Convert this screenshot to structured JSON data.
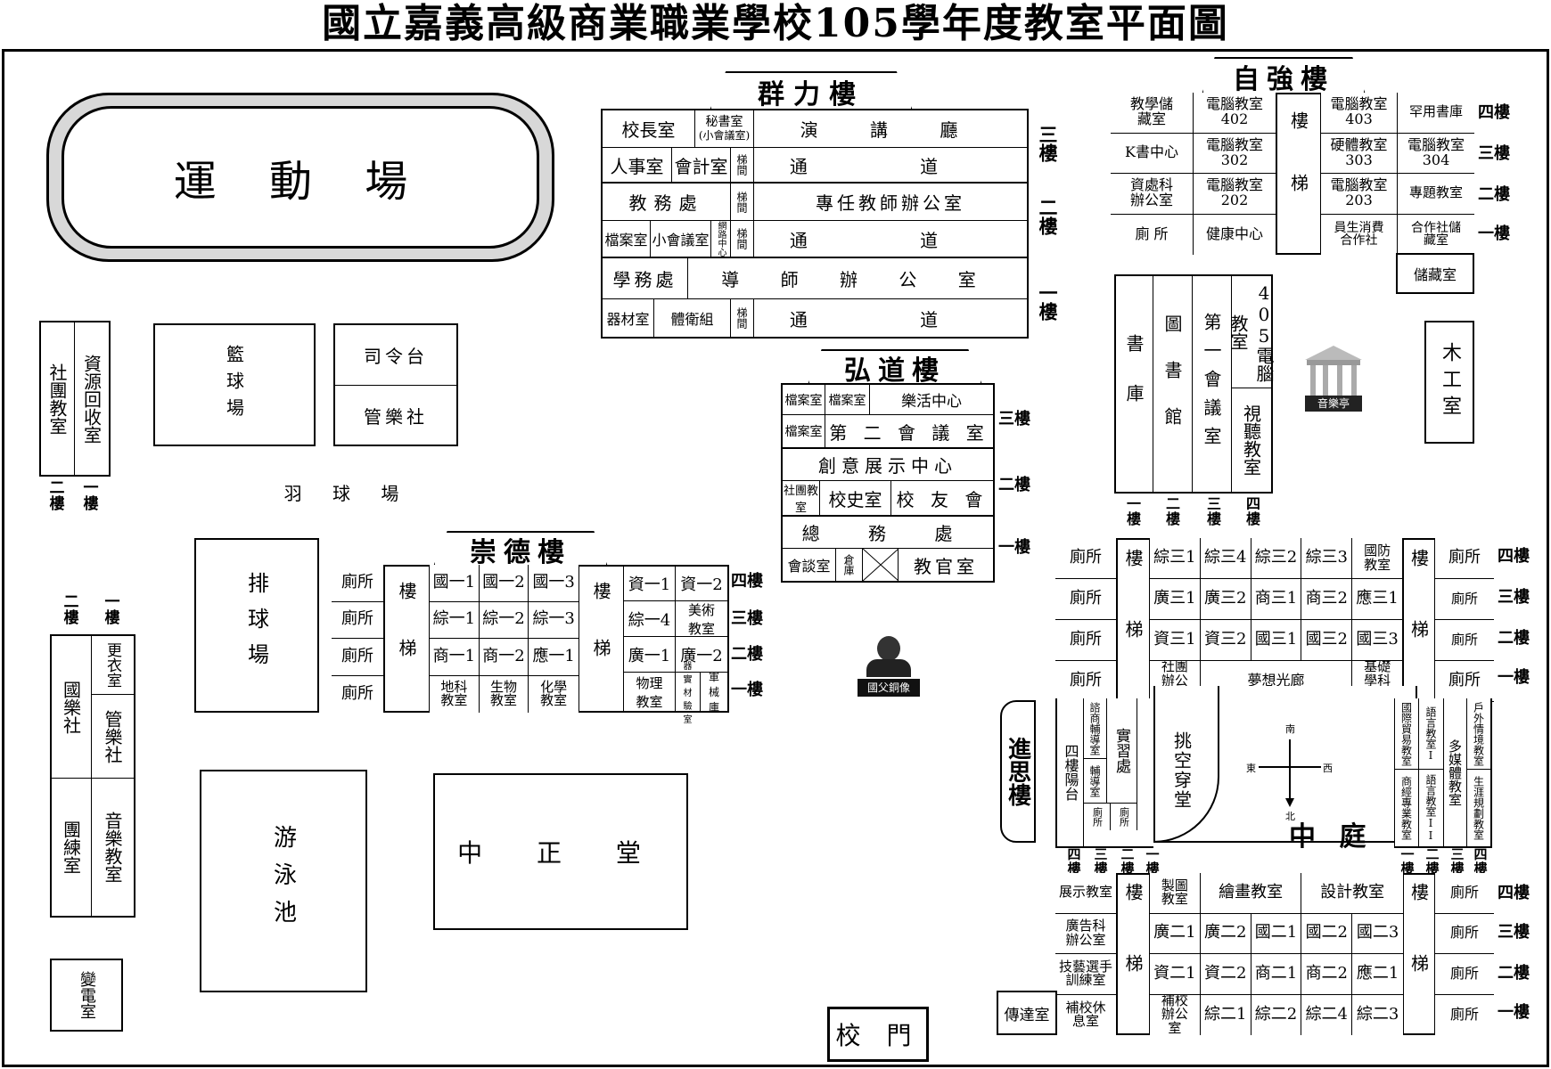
{
  "title": "國立嘉義高級商業職業學校105學年度教室平面圖",
  "stadium": "運 動 場",
  "basketball": "籃球場",
  "command": "司令台",
  "band1": "管樂社",
  "badminton": "羽 球 場",
  "recycle": "資源回收室",
  "clubroom": "社團教室",
  "leftfloors": {
    "a": "一樓",
    "b": "二樓"
  },
  "volleyball": "排球場",
  "pool": "游泳池",
  "zhongzheng": "中 正 堂",
  "guoyue": "國樂社",
  "locker": "更衣室",
  "band2": "管樂社",
  "tuanlian": "團練室",
  "music": "音樂教室",
  "biandian": "變電室",
  "gate": "校 門",
  "statue": "國父銅像",
  "yuetingLabel": "音樂亭",
  "mugong": "木工室",
  "qunli": {
    "name": "群力樓",
    "r3": [
      "校長室",
      "秘書室",
      "(小會議室)",
      "演 講 廳"
    ],
    "r3b": [
      "人事室",
      "會計室",
      "梯間",
      "通 道"
    ],
    "r2": [
      "教務處",
      "梯間",
      "專任教師辦公室"
    ],
    "r2b": [
      "檔案室",
      "小會議室",
      "網路中心",
      "梯間",
      "通 道"
    ],
    "r1": [
      "學務處",
      "導 師 辦 公 室"
    ],
    "r1b": [
      "器材室",
      "體衛組",
      "梯間",
      "通 道"
    ],
    "floors": [
      "三樓",
      "二樓",
      "一樓"
    ]
  },
  "hongdao": {
    "name": "弘道樓",
    "c": [
      "檔案室",
      "檔案室",
      "樂活中心",
      "檔案室",
      "第 二 會 議 室",
      "創意展示中心",
      "社團教室",
      "校史室",
      "校 友 會",
      "總 務 處",
      "會談室",
      "倉庫",
      "教官室"
    ],
    "floors": [
      "三樓",
      "二樓",
      "一樓"
    ]
  },
  "chongde": {
    "name": "崇德樓",
    "toilets": [
      "廁所",
      "廁所",
      "廁所",
      "廁所"
    ],
    "stair": "樓梯",
    "left": [
      "國一1",
      "國一2",
      "國一3",
      "綜一1",
      "綜一2",
      "綜一3",
      "商一1",
      "商一2",
      "應一1",
      "地科教室",
      "生物教室",
      "化學教室"
    ],
    "right": [
      "資一1",
      "資一2",
      "綜一4",
      "美術教室",
      "廣一1",
      "廣一2",
      "物理教室",
      "器實材驗室",
      "軍械庫"
    ],
    "floors": [
      "四樓",
      "三樓",
      "二樓",
      "一樓"
    ]
  },
  "ziqiang": {
    "name": "自強樓",
    "left": [
      "教學儲藏室",
      "電腦教室402",
      "K書中心",
      "電腦教室302",
      "資處科辦公室",
      "電腦教室202",
      "廁 所",
      "健康中心"
    ],
    "right": [
      "電腦教室403",
      "罕用書庫",
      "硬體教室303",
      "電腦教室304",
      "電腦教室203",
      "專題教室",
      "員生消費合作社",
      "合作社儲藏室"
    ],
    "storage": "儲藏室",
    "stair": "樓梯",
    "floors": [
      "四樓",
      "三樓",
      "二樓",
      "一樓"
    ]
  },
  "library": {
    "cols": [
      "書庫",
      "圖書館",
      "第一會議室"
    ],
    "c405": "405電腦教室",
    "av": "視聽教室",
    "floors": [
      "一樓",
      "二樓",
      "三樓",
      "四樓"
    ]
  },
  "zhongting": {
    "toilet": "廁所",
    "stair": "樓梯",
    "north": [
      "綜三1",
      "綜三4",
      "綜三2",
      "綜三3",
      "國防教室",
      "廣三1",
      "廣三2",
      "商三1",
      "商三2",
      "應三1",
      "資三1",
      "資三2",
      "國三1",
      "國三2",
      "國三3",
      "社團辦公室",
      "基礎學科教室"
    ],
    "dream": "夢想光廊",
    "floors": [
      "四樓",
      "三樓",
      "二樓",
      "一樓"
    ],
    "west": [
      "諮商輔導室",
      "實習處",
      "輔導室",
      "廁所",
      "廁所",
      "挑空穿堂",
      "四樓陽台"
    ],
    "jinsi": "進思樓",
    "east": [
      "國際貿易教室",
      "語言教室I",
      "多媒體教室",
      "商經專業教室",
      "語言教室II",
      "戶外情境教室",
      "生涯規劃教室"
    ],
    "court": "中 庭",
    "compass": {
      "n": "南",
      "s": "北",
      "e": "西",
      "w": "東"
    },
    "south": [
      "展示教室",
      "製圖教室",
      "繪畫教室",
      "設計教室",
      "廣告科辦公室",
      "廣二1",
      "廣二2",
      "國二1",
      "國二2",
      "國二3",
      "技藝選手訓練室",
      "資二1",
      "資二2",
      "商二1",
      "商二2",
      "應二1",
      "補校休息室",
      "補校辦公室",
      "綜二1",
      "綜二2",
      "綜二4",
      "綜二3"
    ],
    "chuanda": "傳達室"
  }
}
